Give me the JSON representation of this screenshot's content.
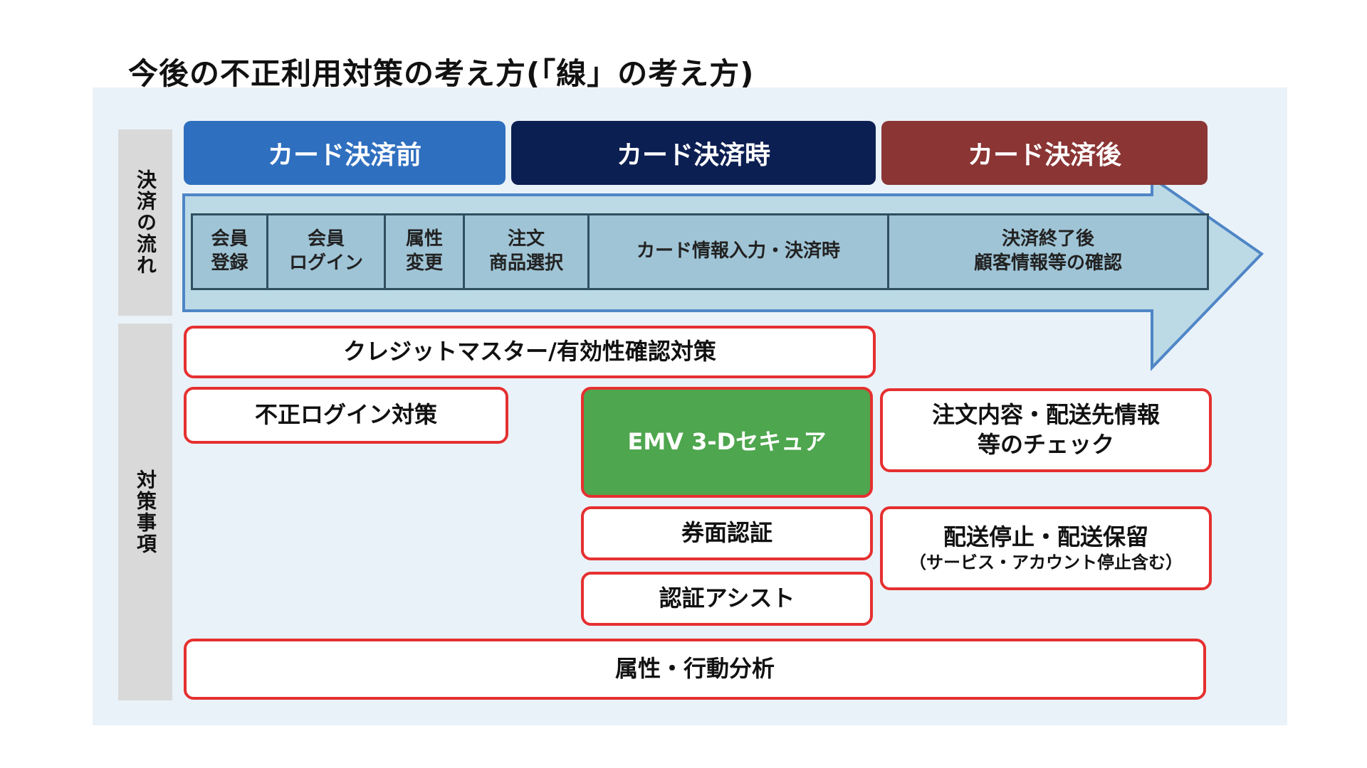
{
  "title": "今後の不正利用対策の考え方(「線」の考え方)",
  "side_labels": {
    "flow": "決済の流れ",
    "measures": "対策事項"
  },
  "phases": {
    "before": "カード決済前",
    "during": "カード決済時",
    "after": "カード決済後"
  },
  "steps": {
    "s1": [
      "会員",
      "登録"
    ],
    "s2": [
      "会員",
      "ログイン"
    ],
    "s3": [
      "属性",
      "変更"
    ],
    "s4": [
      "注文",
      "商品選択"
    ],
    "s5": [
      "カード情報入力・決済時"
    ],
    "s6": [
      "決済終了後",
      "顧客情報等の確認"
    ]
  },
  "measures": {
    "credit_master": "クレジットマスター/有効性確認対策",
    "login": "不正ログイン対策",
    "emv": "EMV 3-Dセキュア",
    "order_check": [
      "注文内容・配送先情報",
      "等のチェック"
    ],
    "card_face": "券面認証",
    "shipping_stop": "配送停止・配送保留",
    "shipping_stop_note": "（サービス・アカウント停止含む）",
    "assist": "認証アシスト",
    "behavior": "属性・行動分析"
  },
  "colors": {
    "before": "#2f6fbf",
    "during": "#0c1f52",
    "after": "#8b3535",
    "arrow_fill": "#bcd9e6",
    "arrow_stroke": "#4f86c6",
    "box_border": "#e53030",
    "emv_fill": "#4ea64e"
  }
}
